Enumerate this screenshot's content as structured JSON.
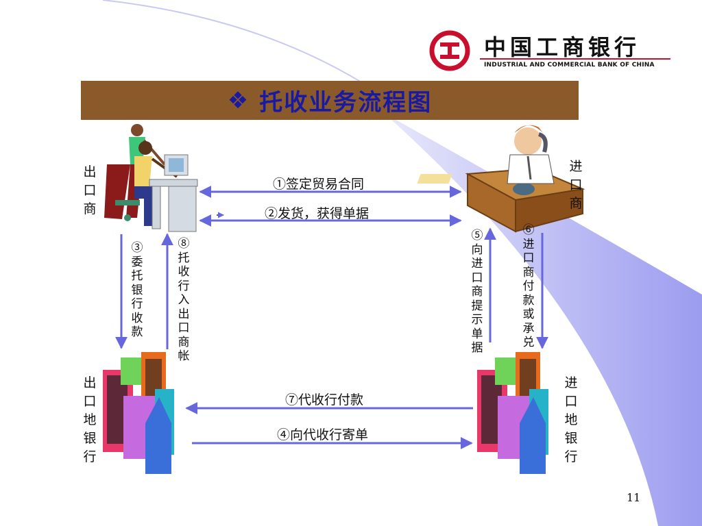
{
  "logo": {
    "name_cn": "中国工商银行",
    "name_en": "INDUSTRIAL AND COMMERCIAL BANK OF CHINA",
    "brand_color": "#c8102e"
  },
  "title": {
    "bullet": "❖",
    "text": "托收业务流程图"
  },
  "nodes": {
    "exporter": "出口商",
    "importer": "进口商",
    "exporter_bank": "出口地银行",
    "importer_bank": "进口地银行"
  },
  "steps": {
    "s1": "①签定贸易合同",
    "s2": "②发货，获得单据",
    "s3": "③委托银行收款",
    "s4": "④向代收行寄单",
    "s5": "⑤向进口商提示单据",
    "s6": "⑥进口商付款或承兑",
    "s7": "⑦代收行付款",
    "s8": "⑧托收行入出口商帐"
  },
  "page_number": "11",
  "colors": {
    "arrow": "#6666dd",
    "title_bar": "#8b5a2b",
    "title_text": "#1a1aa0",
    "swoosh": "#9999ee"
  }
}
